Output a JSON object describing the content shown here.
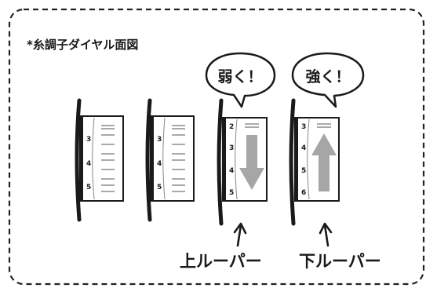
{
  "title": "*糸調子ダイヤル面図",
  "dials": [
    {
      "numbers": [
        "3",
        "4",
        "5"
      ],
      "arrow": "none",
      "bubble": "",
      "caption": ""
    },
    {
      "numbers": [
        "3",
        "4",
        "5"
      ],
      "arrow": "none",
      "bubble": "",
      "caption": ""
    },
    {
      "numbers": [
        "2",
        "3",
        "4",
        "5"
      ],
      "arrow": "down",
      "bubble": "弱く！",
      "caption": "上ルーパー"
    },
    {
      "numbers": [
        "3",
        "4",
        "5",
        "6"
      ],
      "arrow": "up",
      "bubble": "強く！",
      "caption": "下ルーパー"
    }
  ],
  "colors": {
    "ink": "#1a1a1a",
    "arrow": "#a6a6a6",
    "dash": "#222222"
  }
}
